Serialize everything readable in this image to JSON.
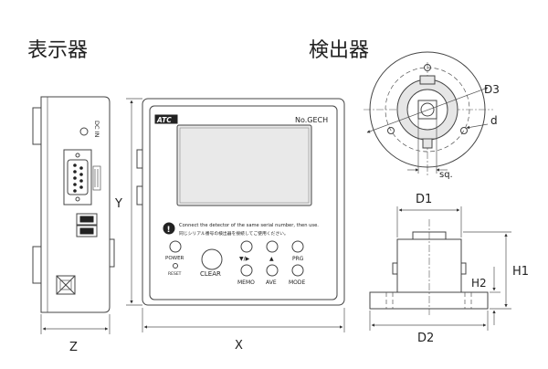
{
  "headings": {
    "display_unit": "表示器",
    "detector": "検出器"
  },
  "display_unit": {
    "brand": "ATC",
    "model": "No.GECH",
    "warning_en": "Connect the detector of the same serial number, then use.",
    "warning_jp": "同じシリアル番号の検出器を接続してご使用ください。",
    "buttons": {
      "power": "POWER",
      "reset": "RESET",
      "clear": "CLEAR",
      "step": "▼/▶",
      "up": "▲",
      "prg": "PRG",
      "memo": "MEMO",
      "ave": "AVE",
      "mode": "MODE"
    },
    "side_label": "DC IN"
  },
  "dimensions": {
    "X": "X",
    "Y": "Y",
    "Z": "Z",
    "D1": "D1",
    "D2": "D2",
    "D3": "D3",
    "d": "d",
    "H1": "H1",
    "H2": "H2",
    "sq": "sq."
  },
  "colors": {
    "line": "#444444",
    "panel_fill": "#e6e6e6",
    "screen_fill": "#e9e9e9"
  }
}
